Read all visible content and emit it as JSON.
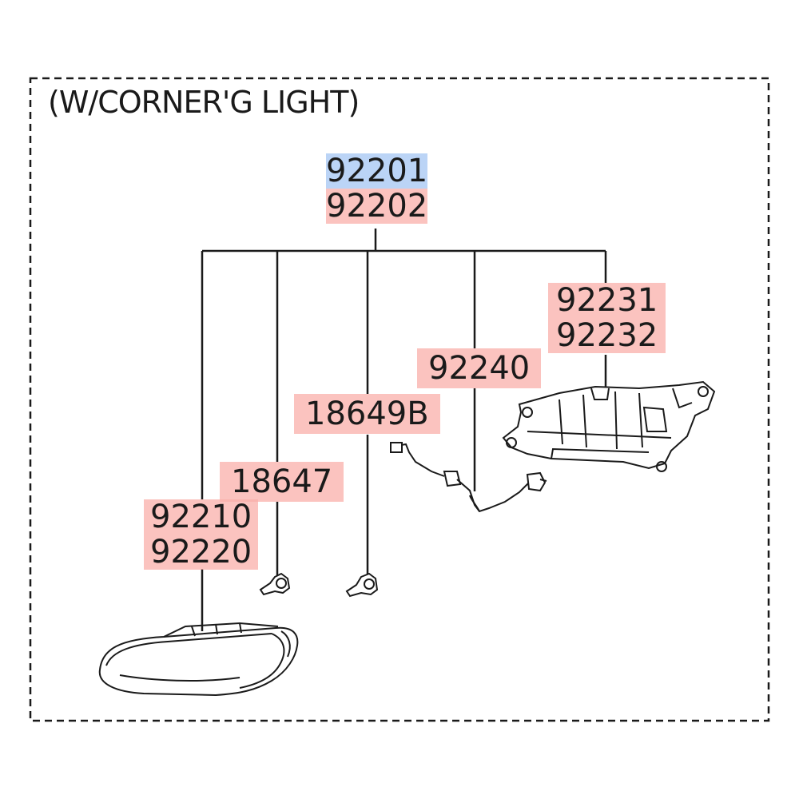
{
  "diagram": {
    "title": "(W/CORNER'G LIGHT)",
    "callouts": {
      "top": [
        "92201",
        "92202"
      ],
      "part_92231": [
        "92231",
        "92232"
      ],
      "part_92240": [
        "92240"
      ],
      "part_18649b": [
        "18649B"
      ],
      "part_18647": [
        "18647"
      ],
      "part_92210": [
        "92210",
        "92220"
      ]
    },
    "colors": {
      "highlight_red": "#f9afaa",
      "highlight_blue": "#afcdf5",
      "line": "#1a1a1a"
    }
  }
}
